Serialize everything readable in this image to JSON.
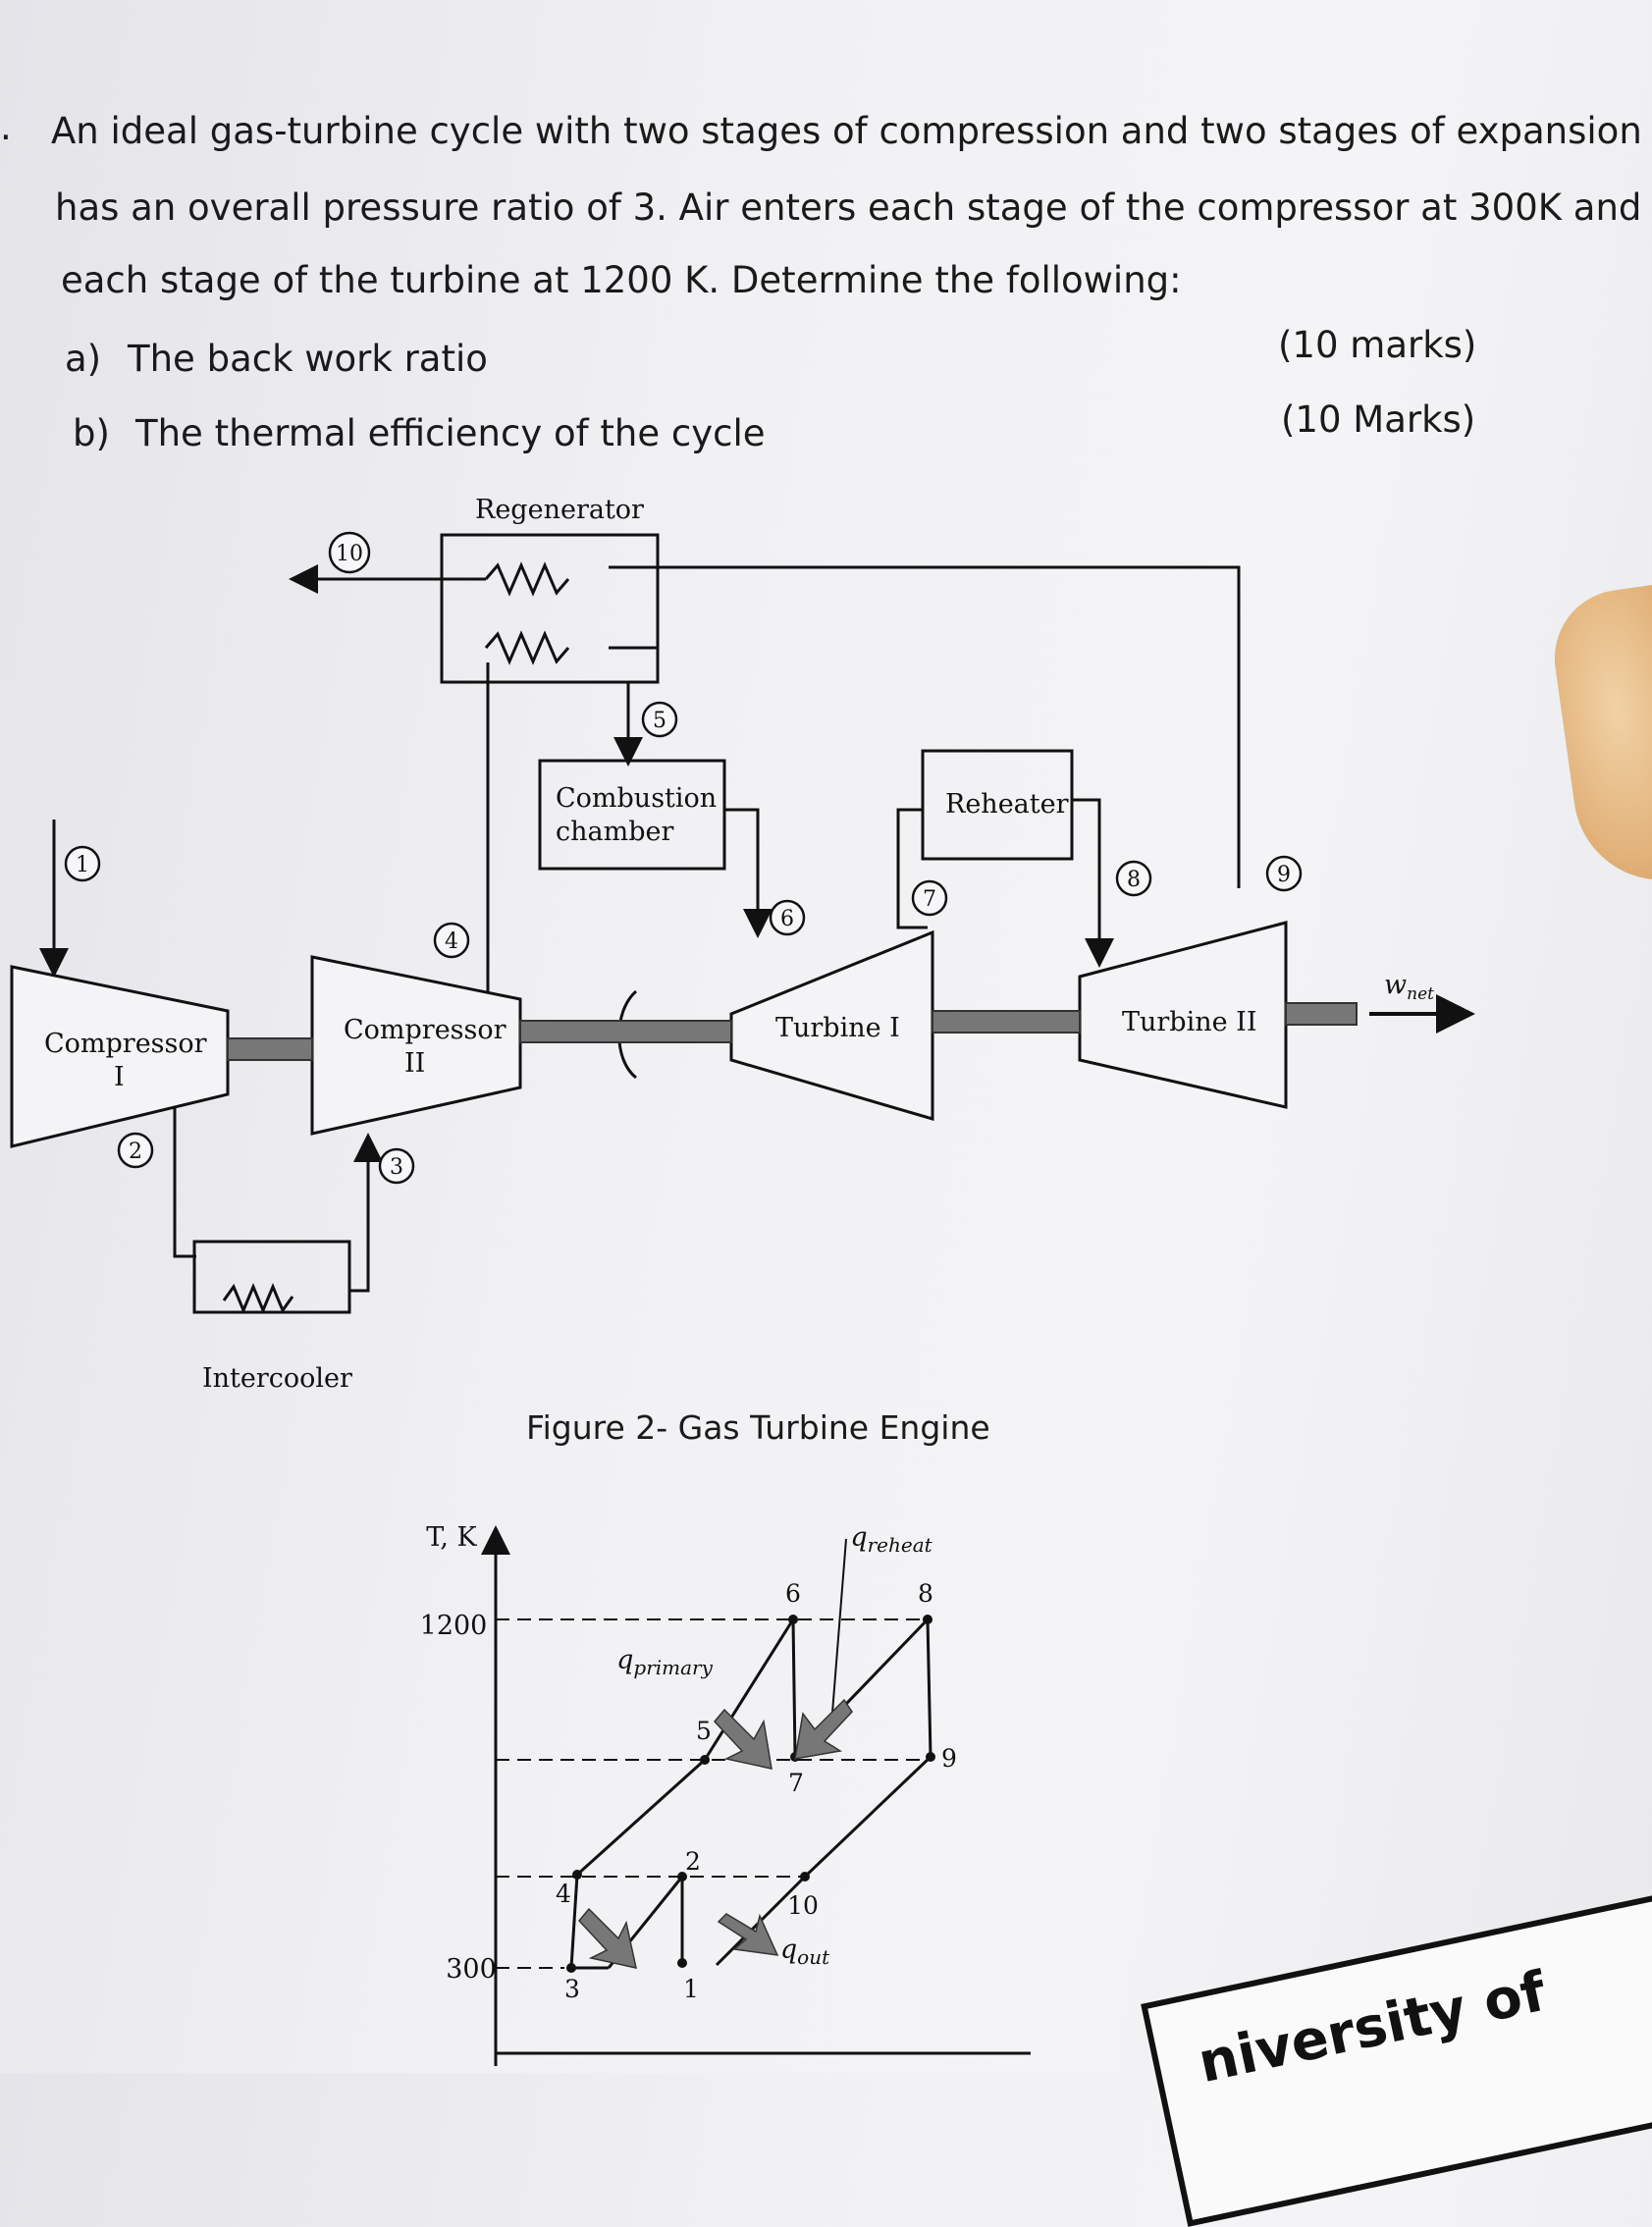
{
  "question": {
    "number": ".",
    "line1": "An ideal gas-turbine cycle with two stages of compression and two stages of expansion",
    "line2": "has an overall pressure ratio of 3. Air enters each stage of the compressor at 300K and",
    "line3": "each stage of the turbine at 1200 K. Determine the following:",
    "part_a": {
      "label": "a)",
      "text": "The back work ratio",
      "marks": "(10 marks)"
    },
    "part_b": {
      "label": "b)",
      "text": "The thermal efficiency of the cycle",
      "marks": "(10 Marks)"
    }
  },
  "schematic": {
    "regenerator": "Regenerator",
    "combustion_line1": "Combustion",
    "combustion_line2": "chamber",
    "reheater": "Reheater",
    "compressor1_line1": "Compressor",
    "compressor1_line2": "I",
    "compressor2_line1": "Compressor",
    "compressor2_line2": "II",
    "turbine1": "Turbine I",
    "turbine2": "Turbine II",
    "intercooler": "Intercooler",
    "wnet_main": "w",
    "wnet_sub": "net",
    "states": [
      "1",
      "2",
      "3",
      "4",
      "5",
      "6",
      "7",
      "8",
      "9",
      "10"
    ]
  },
  "figure_caption": "Figure 2- Gas Turbine Engine",
  "ts_diagram": {
    "y_axis_label": "T, K",
    "tick_high": "1200",
    "tick_low": "300",
    "q_reheat_main": "q",
    "q_reheat_sub": "reheat",
    "q_primary_main": "q",
    "q_primary_sub": "primary",
    "q_out_main": "q",
    "q_out_sub": "out",
    "points": [
      "1",
      "2",
      "3",
      "4",
      "5",
      "6",
      "7",
      "8",
      "9",
      "10"
    ]
  },
  "stamp_text": "niversity of"
}
